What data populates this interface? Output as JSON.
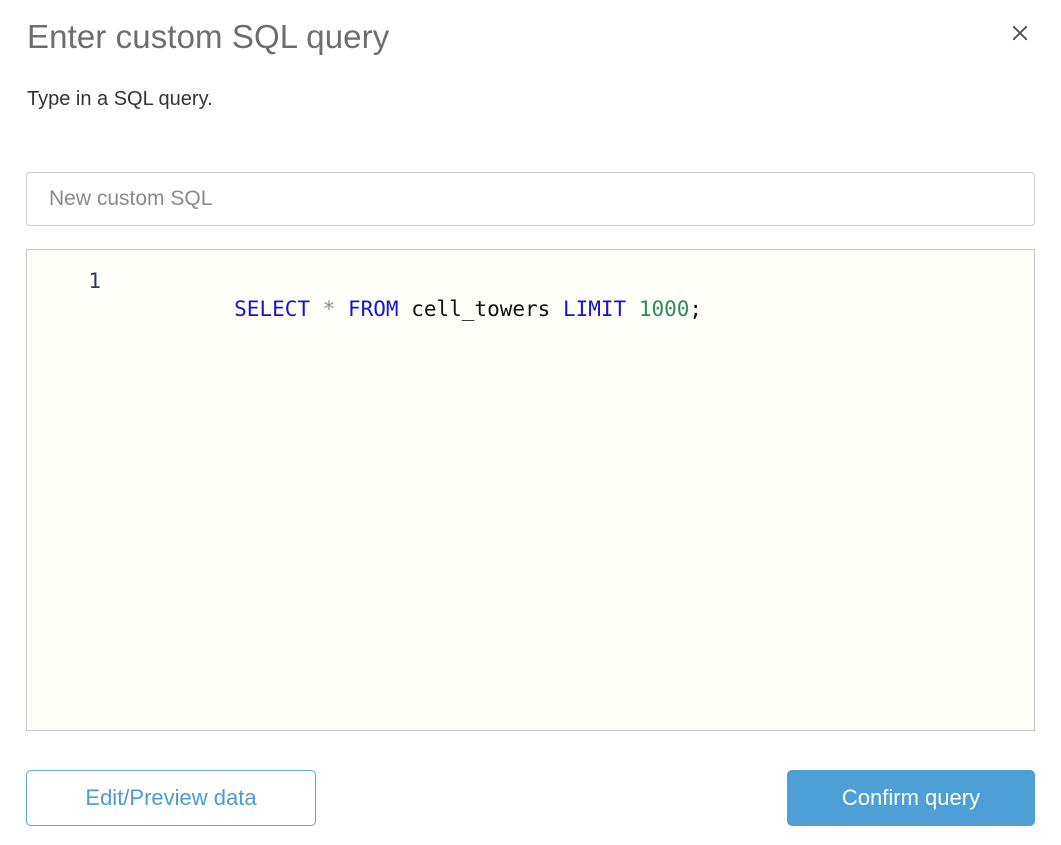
{
  "dialog": {
    "title": "Enter custom SQL query",
    "subtitle": "Type in a SQL query.",
    "close_icon": "close-icon"
  },
  "name_field": {
    "value": "",
    "placeholder": "New custom SQL"
  },
  "editor": {
    "line_number": "1",
    "query": "SELECT * FROM cell_towers LIMIT 1000;",
    "tokens": [
      {
        "text": "SELECT",
        "type": "keyword"
      },
      {
        "text": " ",
        "type": "plain"
      },
      {
        "text": "*",
        "type": "operator"
      },
      {
        "text": " ",
        "type": "plain"
      },
      {
        "text": "FROM",
        "type": "keyword"
      },
      {
        "text": " ",
        "type": "plain"
      },
      {
        "text": "cell_towers",
        "type": "ident"
      },
      {
        "text": " ",
        "type": "plain"
      },
      {
        "text": "LIMIT",
        "type": "keyword"
      },
      {
        "text": " ",
        "type": "plain"
      },
      {
        "text": "1000",
        "type": "number"
      },
      {
        "text": ";",
        "type": "punct"
      }
    ]
  },
  "footer": {
    "secondary_label": "Edit/Preview data",
    "primary_label": "Confirm query"
  },
  "colors": {
    "title_text": "#6e6e6e",
    "subtitle_text": "#333333",
    "primary_button_bg": "#4d9fd6",
    "secondary_button_text": "#4f9bd4",
    "keyword": "#1515cf",
    "number": "#2e8b57",
    "operator": "#8c8c8c",
    "identifier": "#111111",
    "editor_bg": "#fffffa",
    "border": "#c9c9c9"
  }
}
